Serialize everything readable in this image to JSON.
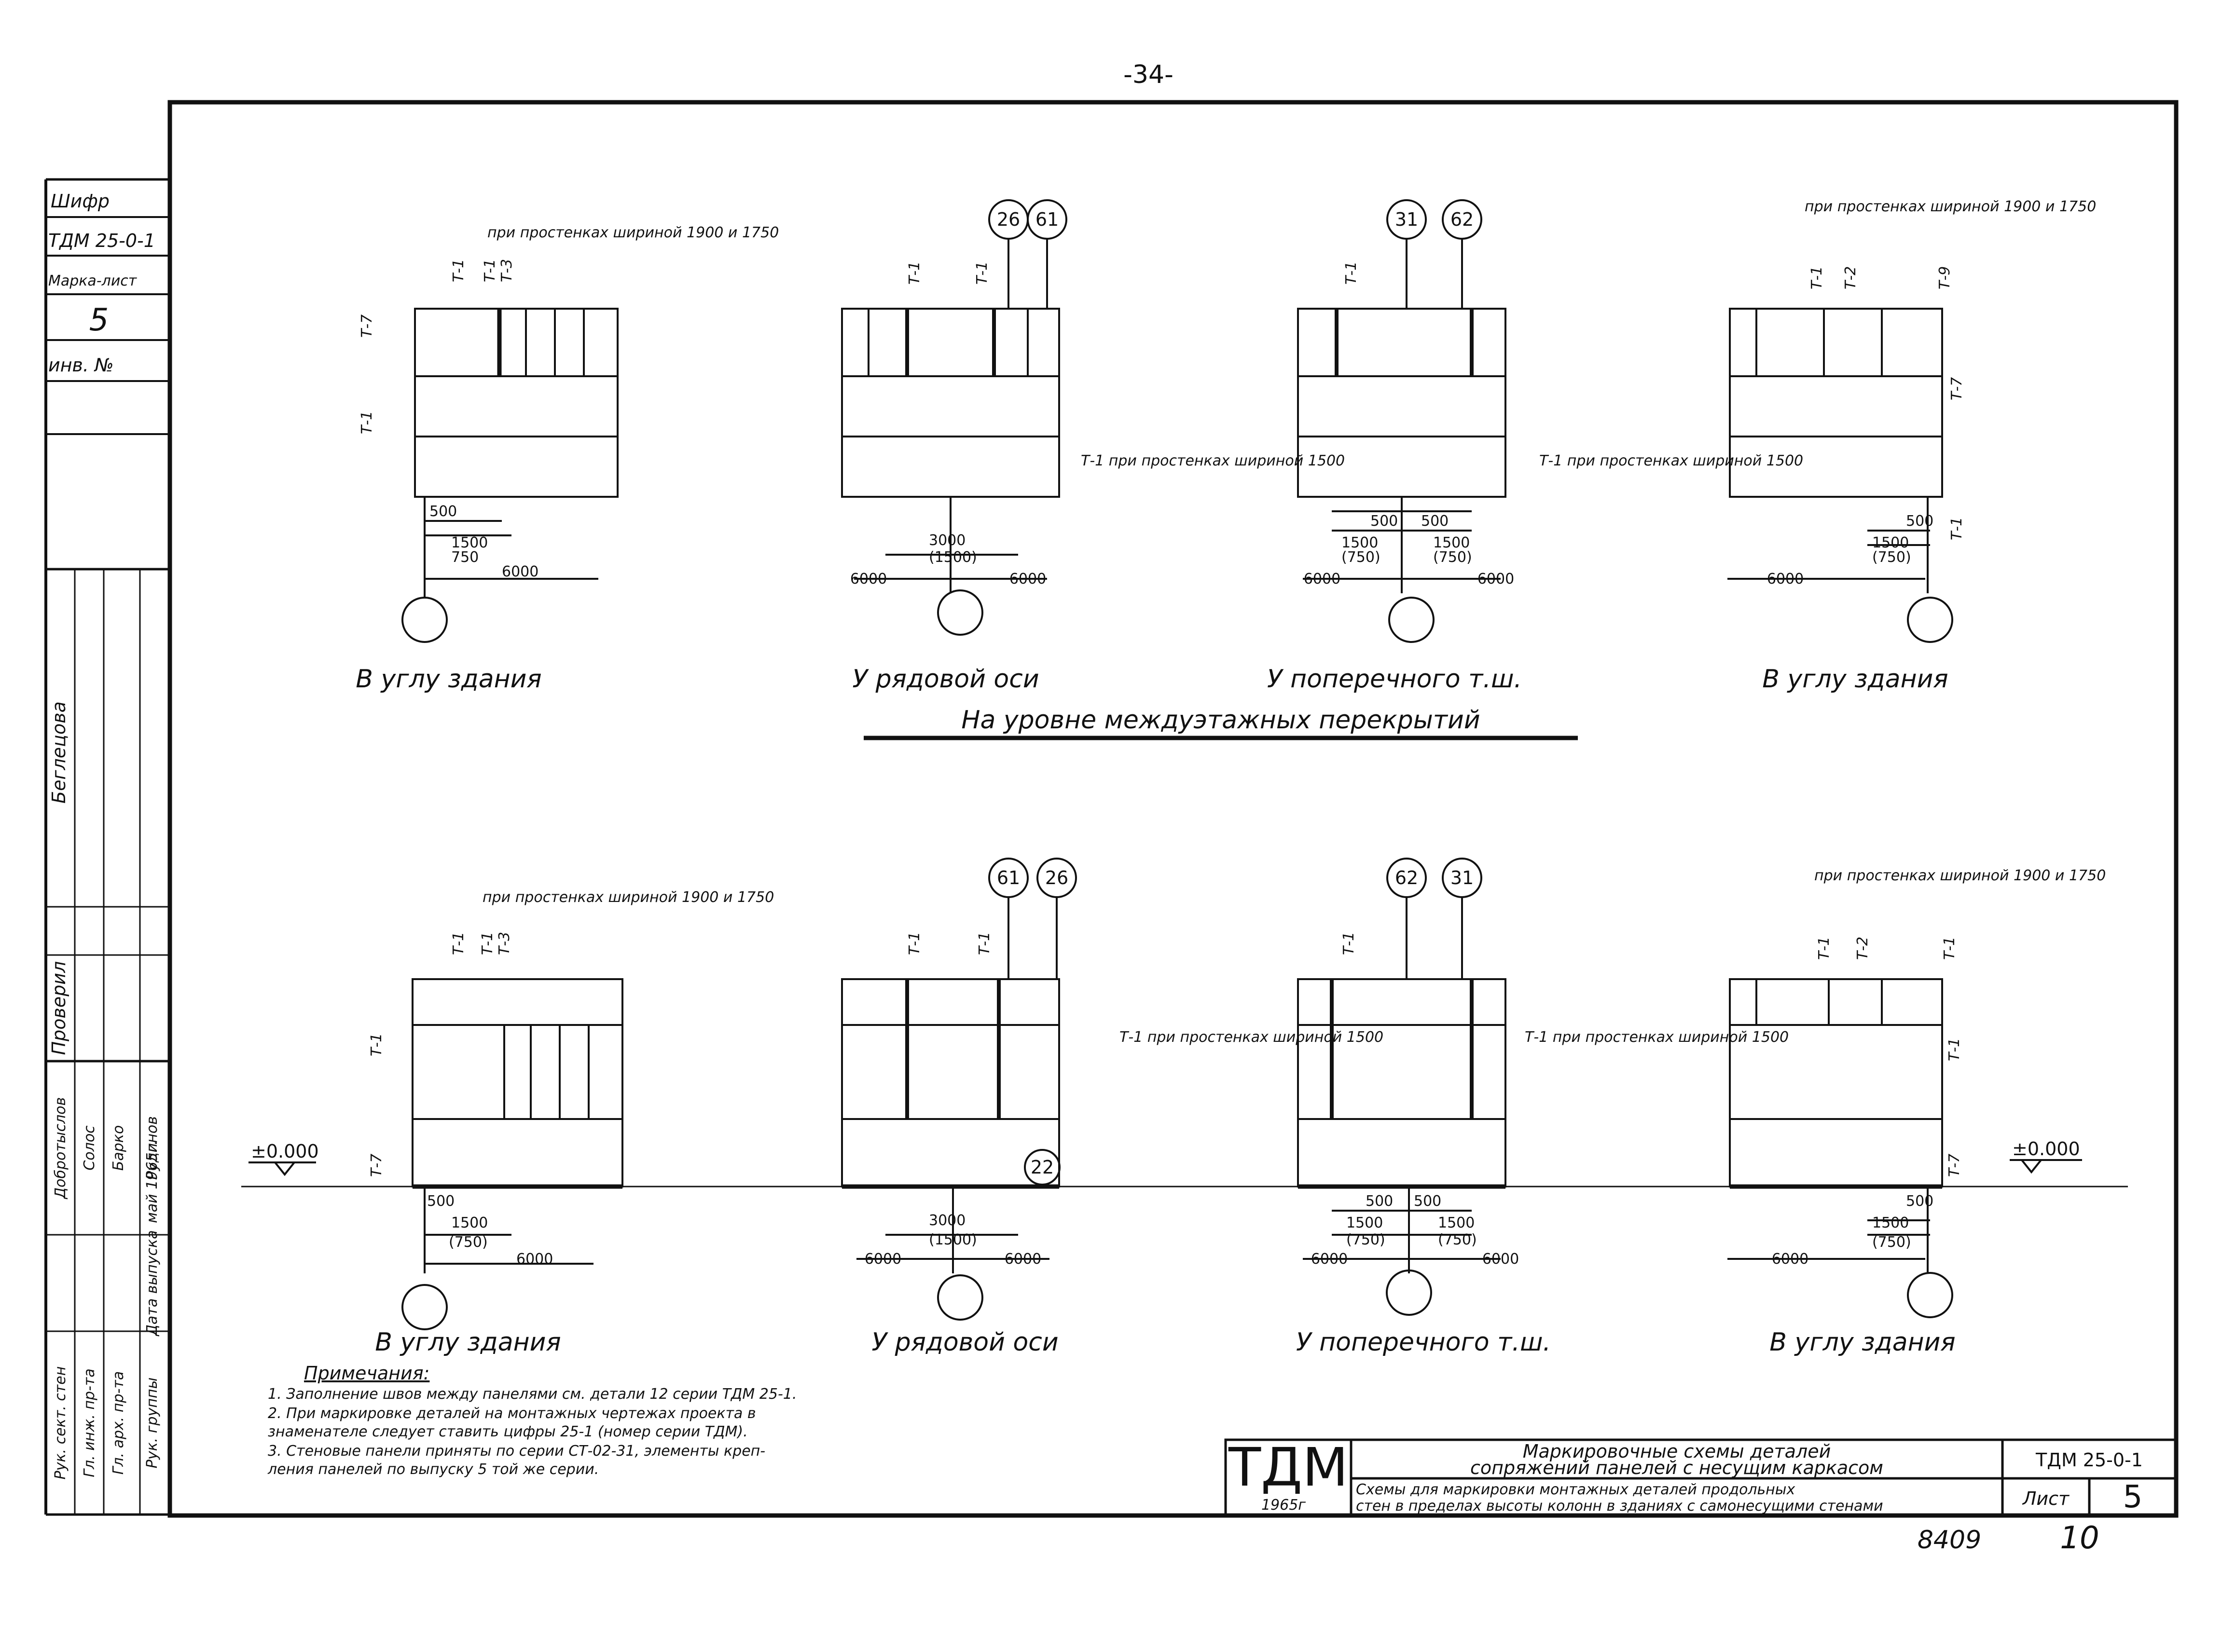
{
  "sheet": {
    "page_mark": "-34-",
    "bottom_numbers": {
      "left": "8409",
      "right": "10"
    }
  },
  "side_stamp": {
    "shifr_label": "Шифр",
    "shifr_value": "ТДМ 25-0-1",
    "marka_label": "Марка-лист",
    "marka_value": "5",
    "inv_label": "инв. №",
    "names": [
      "Беглецова",
      "Проверил",
      "Добротыслов",
      "Солос",
      "Барко",
      "Рудинов"
    ],
    "roles": [
      "Рук. сект. стен",
      "Гл. инж. пр-та",
      "Гл. арх. пр-та",
      "Рук. группы",
      "Дата выпуска"
    ],
    "date": "май 1965г."
  },
  "upper_row": {
    "section_title": "На уровне междуэтажных перекрытий",
    "details": [
      {
        "caption": "В углу здания",
        "note": "при простенках шириной 1900 и 1750",
        "labels": [
          "Т-1",
          "Т-1",
          "Т-3",
          "Т-7",
          "Т-1"
        ],
        "dims": [
          "500",
          "1500",
          "750",
          "6000"
        ]
      },
      {
        "caption": "У рядовой оси",
        "markers": [
          "26",
          "61"
        ],
        "labels": [
          "Т-1",
          "Т-1"
        ],
        "dims": [
          "3000",
          "(1500)",
          "6000",
          "6000"
        ],
        "note": "Т-1 при простенках шириной 1500"
      },
      {
        "caption": "У поперечного т.ш.",
        "markers": [
          "31",
          "62"
        ],
        "labels": [
          "Т-1"
        ],
        "dims": [
          "500",
          "500",
          "1500",
          "(750)",
          "1500",
          "(750)",
          "6000",
          "6000"
        ],
        "note": "Т-1 при простенках шириной 1500"
      },
      {
        "caption": "В углу здания",
        "note": "при простенках шириной 1900 и 1750",
        "labels": [
          "Т-1",
          "Т-2",
          "Т-9",
          "Т-7",
          "Т-1"
        ],
        "dims": [
          "500",
          "1500",
          "(750)",
          "6000"
        ]
      }
    ]
  },
  "lower_row": {
    "level_mark": "±0.000",
    "details": [
      {
        "caption": "В углу здания",
        "note": "при простенках шириной 1900 и 1750",
        "labels": [
          "Т-1",
          "Т-1",
          "Т-3",
          "Т-1",
          "Т-7"
        ],
        "dims": [
          "500",
          "1500",
          "(750)",
          "6000"
        ]
      },
      {
        "caption": "У рядовой оси",
        "markers": [
          "61",
          "26"
        ],
        "bottom_marker": "22",
        "labels": [
          "Т-1",
          "Т-1"
        ],
        "dims": [
          "3000",
          "(1500)",
          "6000",
          "6000"
        ]
      },
      {
        "caption": "У поперечного т.ш.",
        "markers": [
          "62",
          "31"
        ],
        "labels": [
          "Т-1"
        ],
        "dims": [
          "500",
          "500",
          "1500",
          "(750)",
          "1500",
          "(750)",
          "6000",
          "6000"
        ],
        "note_left": "Т-1 при простенках шириной 1500",
        "note_right": "Т-1 при простенках шириной 1500"
      },
      {
        "caption": "В углу здания",
        "note": "при простенках шириной 1900 и 1750",
        "labels": [
          "Т-1",
          "Т-2",
          "Т-1",
          "Т-1",
          "Т-7"
        ],
        "dims": [
          "500",
          "1500",
          "(750)",
          "6000"
        ]
      }
    ]
  },
  "notes": {
    "title": "Примечания:",
    "items": [
      "1. Заполнение швов между панелями см. детали 12 серии ТДМ 25-1.",
      "2. При маркировке деталей на монтажных чертежах проекта в",
      "знаменателе следует ставить цифры 25-1 (номер серии ТДМ).",
      "3. Стеновые панели приняты по серии СТ-02-31, элементы креп-",
      "ления панелей по выпуску 5 той же серии."
    ]
  },
  "title_block": {
    "org": "ТДМ",
    "year": "1965г",
    "title_line1": "Маркировочные схемы деталей",
    "title_line2": "сопряжений панелей с несущим каркасом",
    "subtitle_line1": "Схемы для маркировки монтажных деталей продольных",
    "subtitle_line2": "стен в пределах высоты колонн в зданиях с самонесущими стенами",
    "code": "ТДМ 25-0-1",
    "sheet_label": "Лист",
    "sheet_no": "5"
  }
}
